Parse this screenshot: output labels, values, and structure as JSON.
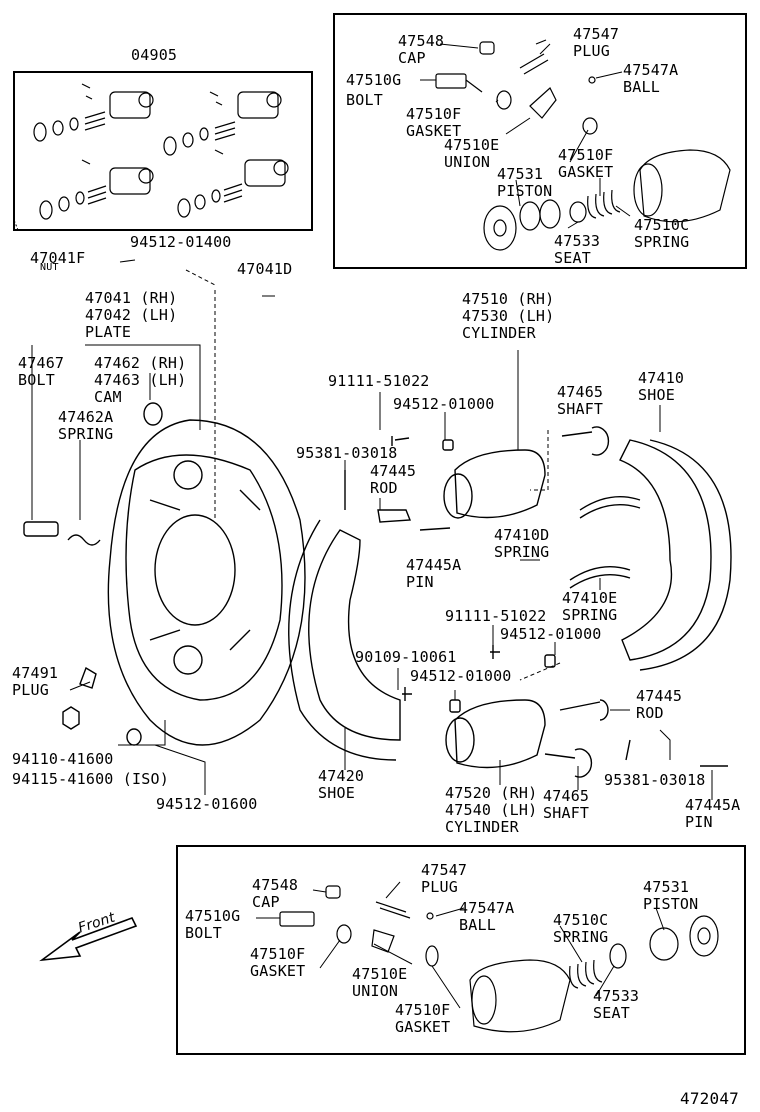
{
  "figure_id": "472047",
  "front_label": "Front",
  "labels": {
    "kit_04905": "04905",
    "cap_top": "47548\nCAP",
    "plug_top": "47547\nPLUG",
    "bolt_top": "47510G\nBOLT",
    "ball_top": "47547A\nBALL",
    "gasket_f1_top": "47510F\nGASKET",
    "union_top": "47510E\nUNION",
    "gasket_f2_top": "47510F\nGASKET",
    "piston_top": "47531\nPISTON",
    "spring_c_top": "47510C\nSPRING",
    "seat_top": "47533\nSEAT",
    "nut_47041f": "47041F",
    "nut_47041f_sub": "NUT",
    "washer_94512_01400": "94512-01400",
    "bolt_47041d": "47041D",
    "plate": "47041 (RH)\n47042 (LH)\nPLATE",
    "bolt_47467": "47467\nBOLT",
    "cam": "47462 (RH)\n47463 (LH)\nCAM",
    "spring_47462a": "47462A\nSPRING",
    "cylinder_upper": "47510 (RH)\n47530 (LH)\nCYLINDER",
    "bolt_91111_upper": "91111-51022",
    "washer_94512_01000_upper": "94512-01000",
    "pin_95381_upper": "95381-03018",
    "rod_upper": "47445\nROD",
    "pin_47445a_upper": "47445A\nPIN",
    "shaft_upper": "47465\nSHAFT",
    "shoe_right": "47410\nSHOE",
    "spring_d": "47410D\nSPRING",
    "spring_e": "47410E\nSPRING",
    "bolt_91111_lower": "91111-51022",
    "washer_94512_01000_mid": "94512-01000",
    "bolt_90109": "90109-10061",
    "washer_94512_01000_lower": "94512-01000",
    "plug_47491": "47491\nPLUG",
    "nut_94110": "94110-41600\n94115-41600 (ISO)",
    "washer_94512_01600": "94512-01600",
    "shoe_left": "47420\nSHOE",
    "cylinder_lower": "47520 (RH)\n47540 (LH)\nCYLINDER",
    "shaft_lower": "47465\nSHAFT",
    "rod_lower": "47445\nROD",
    "pin_95381_lower": "95381-03018",
    "pin_47445a_lower": "47445A\nPIN",
    "cap_bot": "47548\nCAP",
    "plug_bot": "47547\nPLUG",
    "bolt_bot": "47510G\nBOLT",
    "ball_bot": "47547A\nBALL",
    "gasket_f1_bot": "47510F\nGASKET",
    "union_bot": "47510E\nUNION",
    "gasket_f2_bot": "47510F\nGASKET",
    "spring_c_bot": "47510C\nSPRING",
    "piston_bot": "47531\nPISTON",
    "seat_bot": "47533\nSEAT"
  }
}
